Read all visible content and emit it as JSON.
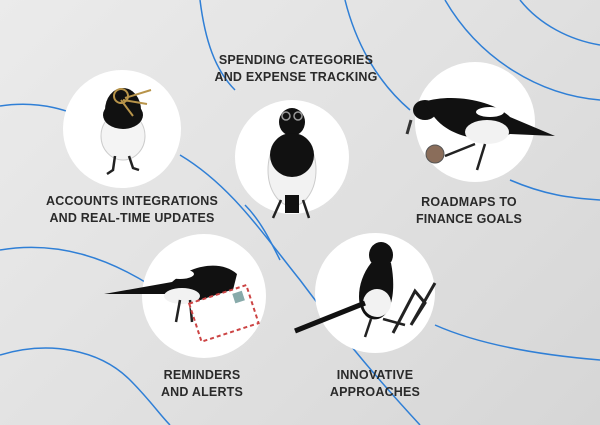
{
  "accent_color": "#2f7fd6",
  "features": [
    {
      "icon": "magpie-with-keys-icon",
      "lines": [
        "ACCOUNTS INTEGRATIONS",
        "AND REAL-TIME UPDATES"
      ]
    },
    {
      "icon": "magpie-with-glasses-icon",
      "lines": [
        "SPENDING CATEGORIES",
        "AND EXPENSE TRACKING"
      ]
    },
    {
      "icon": "magpie-with-coin-icon",
      "lines": [
        "ROADMAPS TO",
        "FINANCE GOALS"
      ]
    },
    {
      "icon": "magpie-with-envelope-icon",
      "lines": [
        "REMINDERS",
        "AND ALERTS"
      ]
    },
    {
      "icon": "magpie-with-tool-icon",
      "lines": [
        "INNOVATIVE",
        "APPROACHES"
      ]
    }
  ]
}
